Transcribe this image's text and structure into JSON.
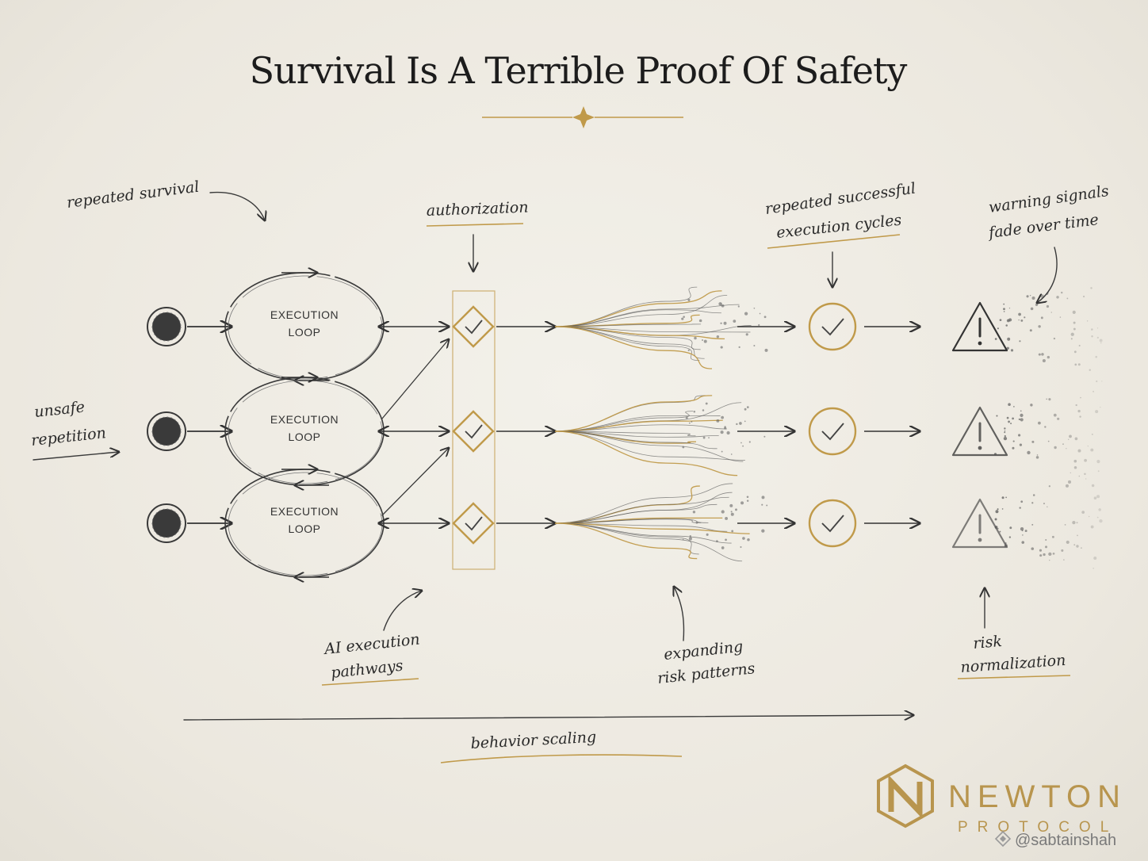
{
  "title": "Survival Is A Terrible Proof Of Safety",
  "annotations": {
    "repeated_survival": "repeated survival",
    "unsafe": "unsafe",
    "repetition": "repetition",
    "authorization": "authorization",
    "repeated_successful": "repeated successful",
    "execution_cycles": "execution cycles",
    "warning_signals": "warning signals",
    "fade_over_time": "fade over time",
    "ai_execution": "AI execution",
    "pathways": "pathways",
    "expanding": "expanding",
    "risk_patterns": "risk patterns",
    "risk": "risk",
    "normalization": "normalization",
    "behavior_scaling": "behavior scaling"
  },
  "loops": [
    {
      "line1": "EXECUTION",
      "line2": "LOOP"
    },
    {
      "line1": "EXECUTION",
      "line2": "LOOP"
    },
    {
      "line1": "EXECUTION",
      "line2": "LOOP"
    }
  ],
  "brand": {
    "name": "NEWTON",
    "sub": "PROTOCOL",
    "handle": "@sabtainshah"
  },
  "colors": {
    "gold": "#c09a4a",
    "ink": "#3a3a3a",
    "background": "#efece4"
  }
}
